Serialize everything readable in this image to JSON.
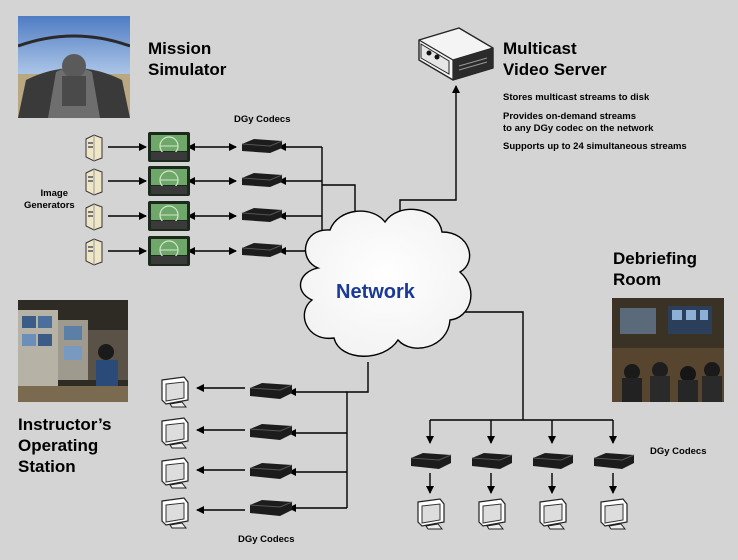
{
  "labels": {
    "mission_simulator_l1": "Mission",
    "mission_simulator_l2": "Simulator",
    "multicast_l1": "Multicast",
    "multicast_l2": "Video Server",
    "server_note_1": "Stores multicast streams to disk",
    "server_note_2a": "Provides on-demand streams",
    "server_note_2b": "to any DGy codec on the network",
    "server_note_3": "Supports up to 24 simultaneous streams",
    "dgy_codecs_top": "DGy Codecs",
    "image_generators_l1": "Image",
    "image_generators_l2": "Generators",
    "network": "Network",
    "debriefing_l1": "Debriefing",
    "debriefing_l2": "Room",
    "instructor_l1": "Instructor’s",
    "instructor_l2": "Operating",
    "instructor_l3": "Station",
    "dgy_codecs_bottom": "DGy Codecs",
    "dgy_codecs_right": "DGy Codecs"
  },
  "colors": {
    "background": "#d4d4d4",
    "network_text": "#1a3a9a",
    "line": "#000000",
    "codec_body": "#1c1c1c"
  },
  "icons": {
    "pc": "computer-tower-icon",
    "hud": "hud-display-icon",
    "codec": "codec-box-icon",
    "monitor": "monitor-icon",
    "server": "video-server-icon",
    "cloud": "network-cloud-icon"
  }
}
